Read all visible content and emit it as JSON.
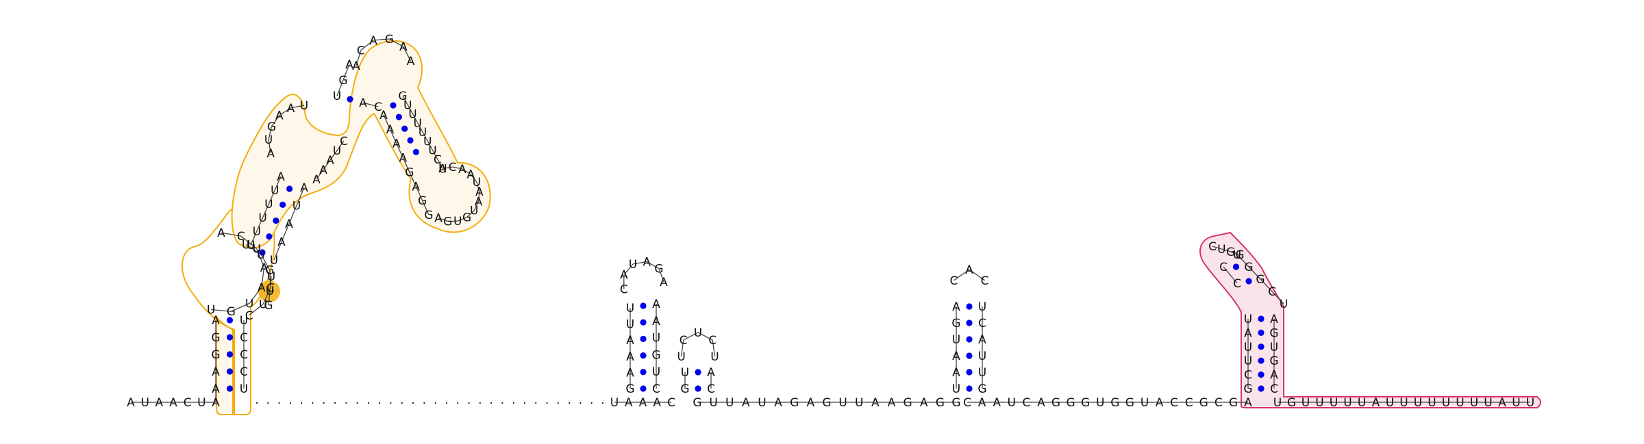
{
  "colors": {
    "background": "#ffffff",
    "text": "#111111",
    "pair_dot": "#0000ee",
    "link": "#444444",
    "highlight_orange": "#f3ad0e",
    "highlight_orange_fill": "#fff8ea",
    "highlight_pink": "#d6336c",
    "highlight_pink_fill": "#fbe3ec"
  },
  "sequence": {
    "leader": "AUAACUA",
    "unpaired_run": "................................",
    "after_hairpin1": "UAAAC",
    "middle": "GUUAUAGAGUUAAGAGG",
    "after_hairpin3": "CAAUCAGGGUGGUACCGCGA",
    "tail": "UGUUUUUAUUUUUUUUAUU"
  },
  "structure_1": {
    "stem_left": "AGGAA",
    "stem_right": "UCCCU",
    "loop_left": "UGUAAUCA",
    "loop_right": "UUGCUC",
    "helix2_left": "UUUUUA",
    "helix2_right": "UAAUA",
    "hinge_left": "AUGAAU",
    "hinge_right": "AAAUC",
    "helix3_left": "UGA",
    "helix3_right": "AC",
    "apex": "ACAGAA",
    "helix4_left": "AAAAGAGG",
    "helix4_right": "GUUUUUUCA",
    "loop4": "UCAAUAAUGUGA",
    "highlight_bases": "UUG"
  },
  "hairpin_2": {
    "stem_left": "UUAAAG",
    "stem_right": "AAUGUC",
    "loop": "CAUAGA",
    "loop_right": "U"
  },
  "hairpin_small": {
    "stem_left": "UG",
    "stem_right": "AC",
    "loop": "UCUCU"
  },
  "hairpin_3": {
    "stem_left": "AGUAAU",
    "stem_right": "UCAUUG",
    "loop": "CAC",
    "loop_right": "A"
  },
  "hairpin_4": {
    "stem_left": "UAUUCG",
    "stem_right": "AGUGAC",
    "arm_left": "CC",
    "arm_right": "UGGCU",
    "loop": "CUGG"
  }
}
